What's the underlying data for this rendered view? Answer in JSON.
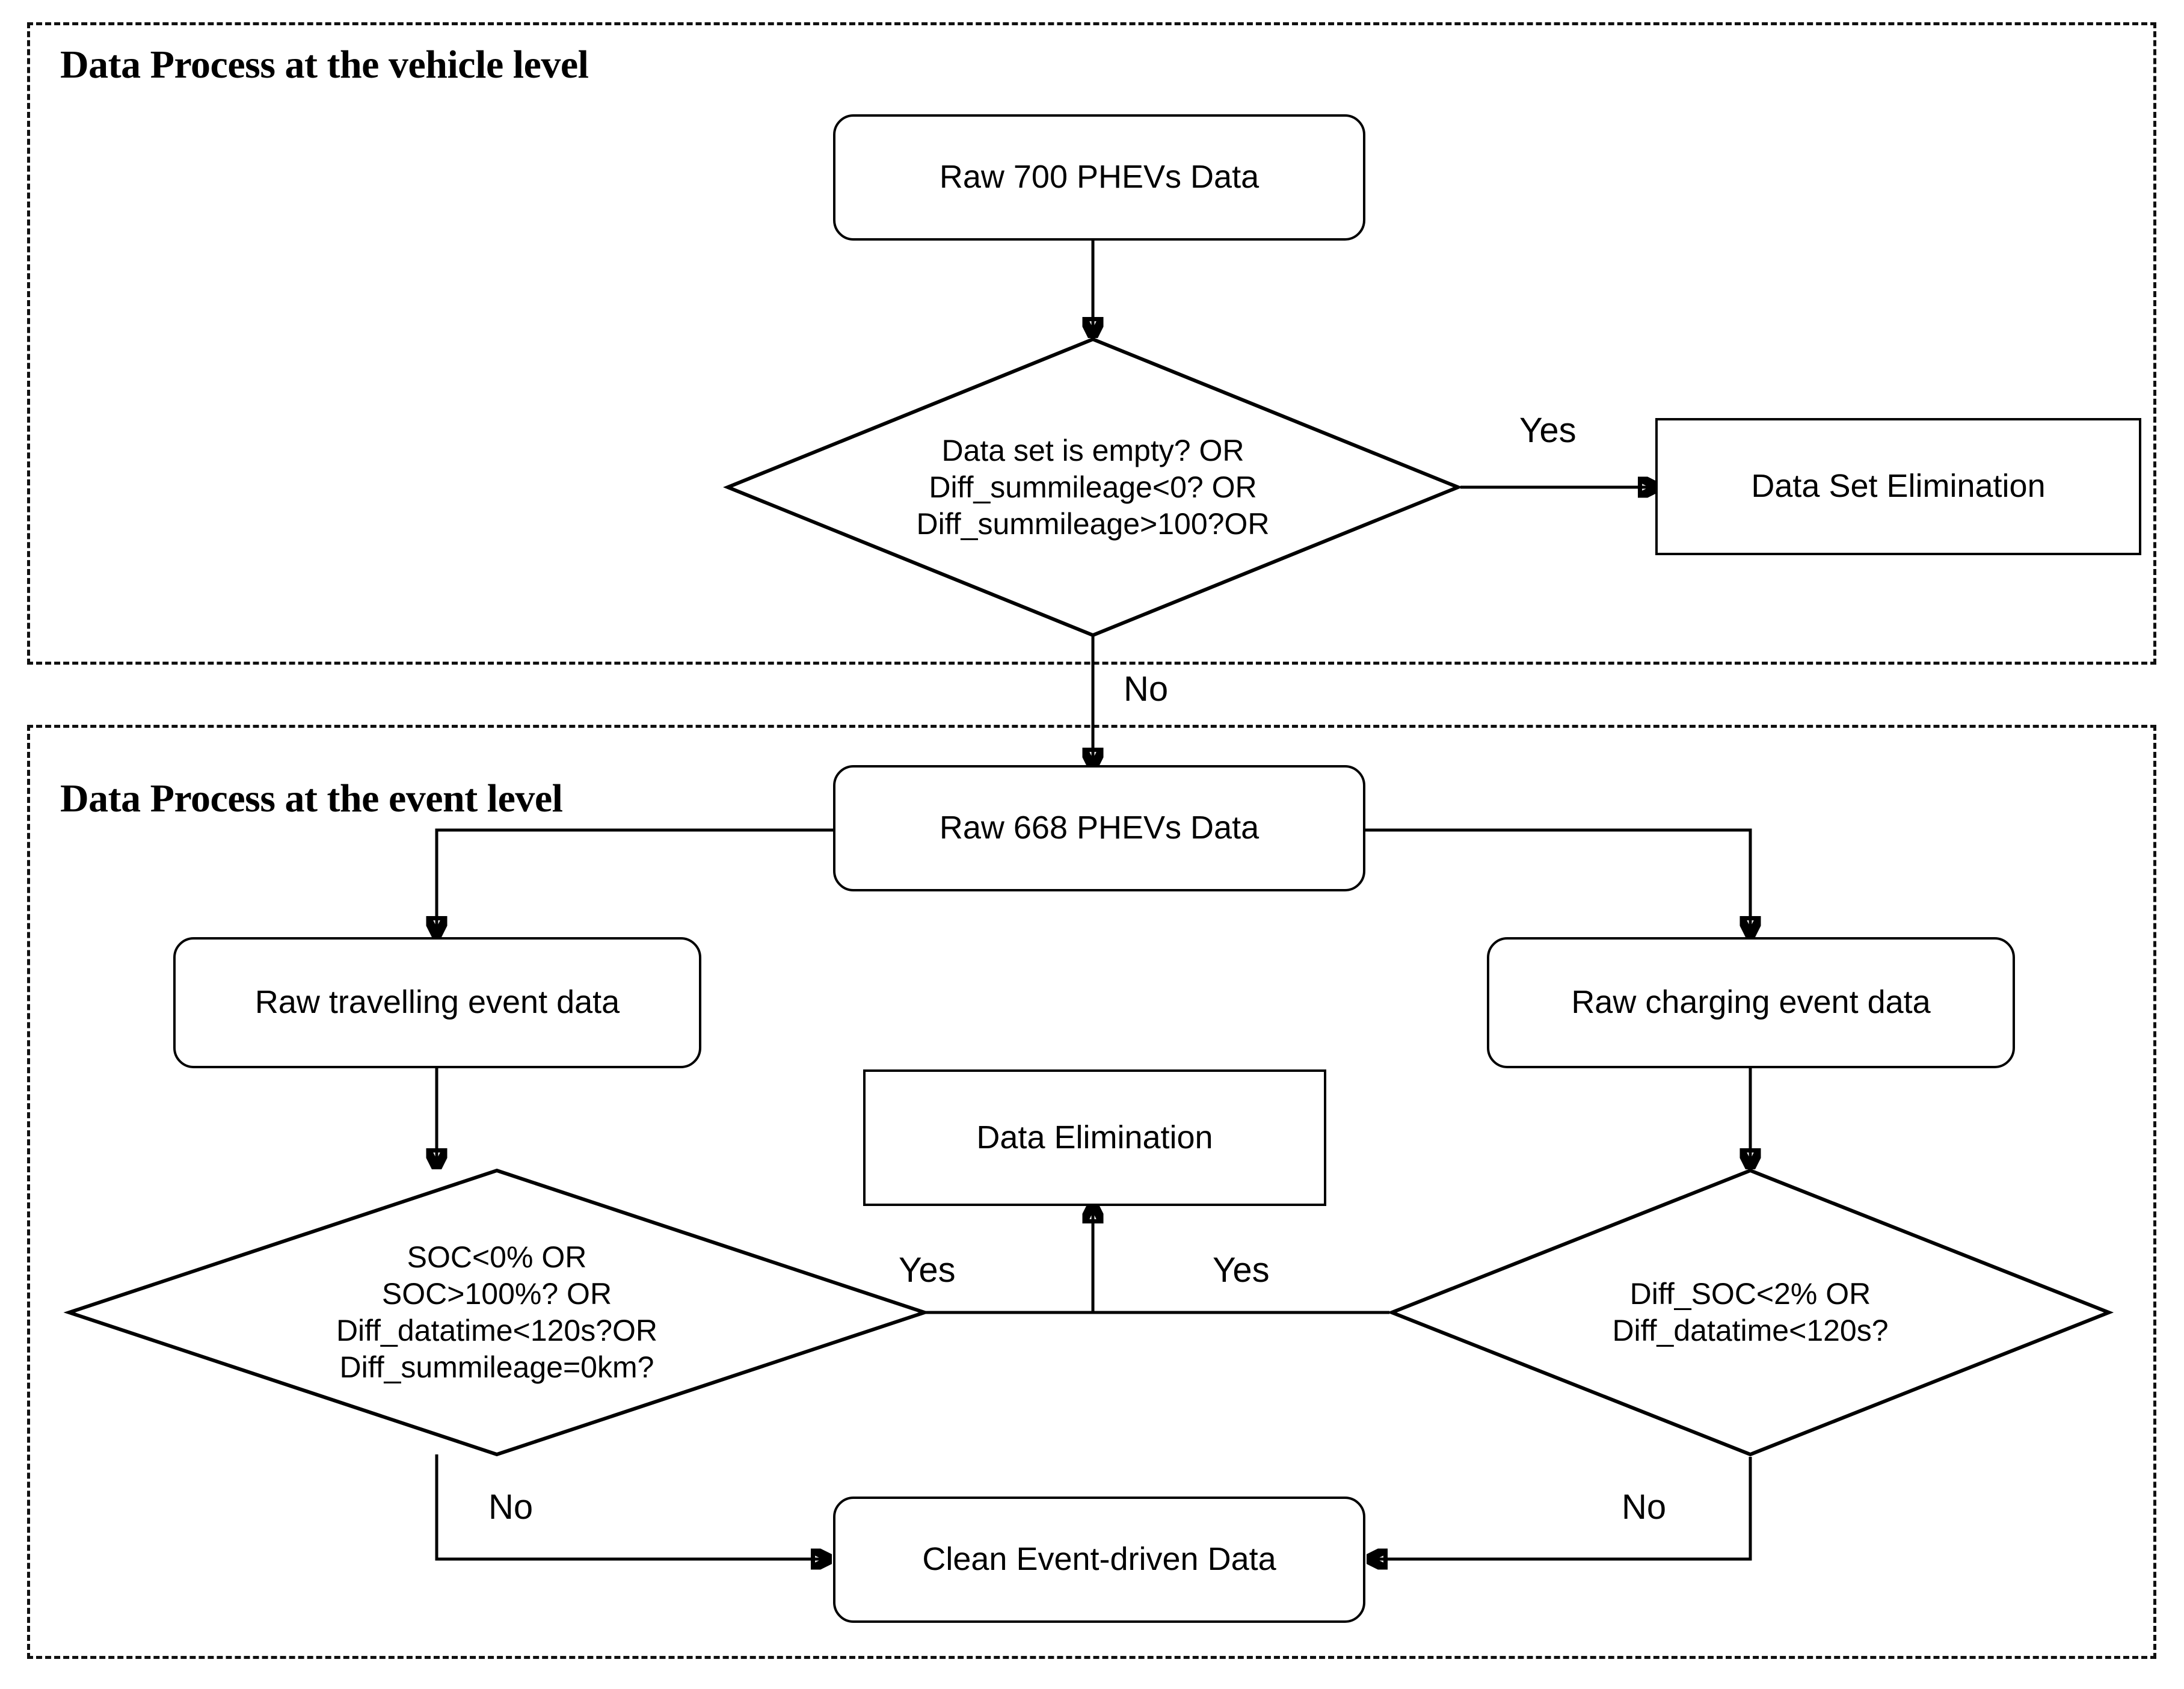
{
  "figure": {
    "type": "flowchart",
    "orientation": "top-down"
  },
  "sections": [
    {
      "id": "vehicle",
      "title": "Data Process at the vehicle level"
    },
    {
      "id": "event",
      "title": "Data Process at the event level"
    }
  ],
  "nodes": {
    "raw700": {
      "label": "Raw 700 PHEVs Data",
      "shape": "rounded-rectangle"
    },
    "vehicle_decision": {
      "label": "Data set is empty? OR\nDiff_summileage<0? OR\nDiff_summileage>100?OR",
      "shape": "diamond"
    },
    "dataset_elim": {
      "label": "Data Set Elimination",
      "shape": "rectangle"
    },
    "raw668": {
      "label": "Raw 668 PHEVs Data",
      "shape": "rounded-rectangle"
    },
    "raw_travelling": {
      "label": "Raw travelling event data",
      "shape": "rounded-rectangle"
    },
    "raw_charging": {
      "label": "Raw charging event data",
      "shape": "rounded-rectangle"
    },
    "data_elim": {
      "label": "Data Elimination",
      "shape": "rectangle"
    },
    "travel_decision": {
      "label": "SOC<0% OR\nSOC>100%? OR\nDiff_datatime<120s?OR\nDiff_summileage=0km?",
      "shape": "diamond"
    },
    "charge_decision": {
      "label": "Diff_SOC<2% OR\nDiff_datatime<120s?",
      "shape": "diamond"
    },
    "clean_data": {
      "label": "Clean Event-driven  Data",
      "shape": "rounded-rectangle"
    }
  },
  "edge_labels": {
    "vehicle_yes": "Yes",
    "vehicle_no": "No",
    "travel_yes": "Yes",
    "charge_yes": "Yes",
    "travel_no": "No",
    "charge_no": "No"
  },
  "colors": {
    "stroke": "#000000",
    "fill": "#ffffff",
    "text": "#000000"
  }
}
